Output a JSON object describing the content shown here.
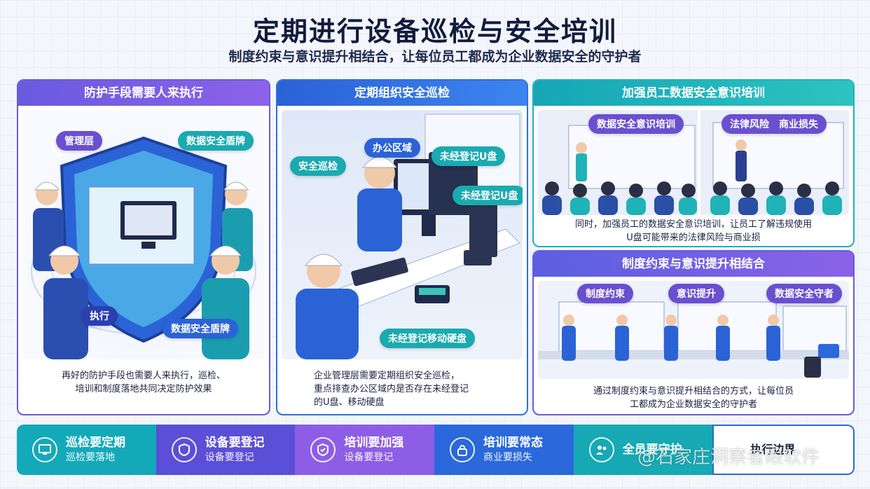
{
  "header": {
    "title": "定期进行设备巡检与安全培训",
    "subtitle": "制度约束与意识提升相结合，让每位员工都成为企业数据安全的守护者"
  },
  "panels": {
    "protect": {
      "title": "防护手段需要人来执行",
      "tags": [
        "管理层",
        "数据安全盾牌",
        "执行",
        "数据安全盾牌"
      ],
      "caption_lines": [
        "再好的防护手段也需要人来执行，巡检、",
        "培训和制度落地共同决定防护效果"
      ]
    },
    "inspect": {
      "title": "定期组织安全巡检",
      "tags": [
        "办公区域",
        "安全巡检",
        "未经登记U盘",
        "未经登记U盘",
        "未经登记移动硬盘"
      ],
      "caption_lines": [
        "企业管理层需要定期组织安全巡检，",
        "重点排查办公区域内是否存在未经登记",
        "的U盘、移动硬盘"
      ]
    },
    "training": {
      "title": "加强员工数据安全意识培训",
      "tags": [
        "数据安全意识培训",
        "法律风险　商业损失"
      ],
      "caption_lines": [
        "同时，加强员工的数据安全意识培训，让员工了解违规使用",
        "U盘可能带来的法律风险与商业损"
      ]
    },
    "combine": {
      "title": "制度约束与意识提升相结合",
      "tags": [
        "制度约束",
        "意识提升",
        "数据安全守者"
      ],
      "caption_lines": [
        "通过制度约束与意识提升相结合的方式，让每位员",
        "工都成为企业数据安全的守护者"
      ]
    }
  },
  "footer": {
    "items": [
      {
        "title": "巡检要定期",
        "sub": "巡检要落地",
        "icon": "monitor-icon"
      },
      {
        "title": "设备要登记",
        "sub": "设备要登记",
        "icon": "register-icon"
      },
      {
        "title": "培训要加强",
        "sub": "设备要登记",
        "icon": "shield-icon"
      },
      {
        "title": "培训要常态",
        "sub": "商业要损失",
        "icon": "lock-icon"
      },
      {
        "title": "全员要守护",
        "sub": "",
        "icon": "team-icon"
      },
      {
        "title": "执行边界",
        "sub": "",
        "icon": ""
      }
    ],
    "watermark": "@石家庄洞察者眼软件"
  },
  "colors": {
    "purple": "#6a5ae0",
    "blue": "#2f6fe0",
    "teal": "#1fb3b8",
    "navy": "#131b3d"
  }
}
